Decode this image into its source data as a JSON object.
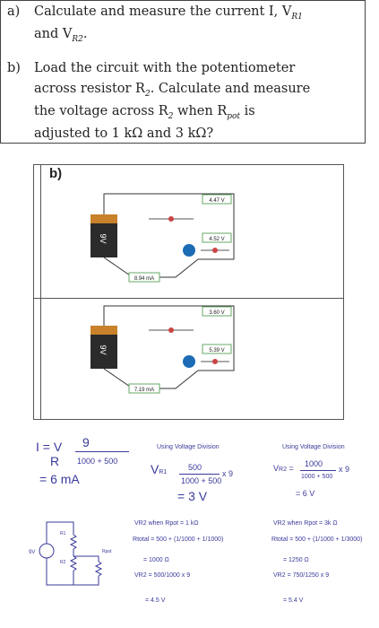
{
  "question": {
    "a": {
      "label": "a)",
      "line1": "Calculate and measure the current I, V",
      "line1_sub": "R1",
      "line2": "and V",
      "line2_sub": "R2",
      "line2_end": "."
    },
    "b": {
      "label": "b)",
      "line1": "Load the circuit with the potentiometer",
      "line2a": "across resistor R",
      "line2_sub": "2",
      "line2b": ". Calculate and measure",
      "line3a": "the voltage across R",
      "line3_sub": "2",
      "line3b": " when R",
      "line3_sub2": "pot",
      "line3c": " is",
      "line4": "adjusted to 1 kΩ and 3 kΩ?"
    }
  },
  "table": {
    "label": "b)",
    "panel1": {
      "battery": "9V",
      "v_top": "4.47 V",
      "v_bottom": "4.52 V",
      "current": "8.94 mA"
    },
    "panel2": {
      "battery": "9V",
      "v_top": "3.60 V",
      "v_bottom": "5.39 V",
      "current": "7.19 mA"
    }
  },
  "notes": {
    "col1": {
      "eq1": "I = V",
      "frac_num": "9",
      "r_lbl": "R",
      "frac_den": "1000 + 500",
      "result": "= 6 mA"
    },
    "col2": {
      "head": "Using Voltage Division",
      "vr1": "V",
      "vr1_sub": "R1",
      "num": "500",
      "den": "1000 + 500",
      "mult": "x 9",
      "result": "= 3 V",
      "vr2_when": "V",
      "vr2_when_sub": "R2",
      "when_text": "when R",
      "when_sub": "pot",
      "when_val": "= 1 kΩ",
      "rtotal": "R",
      "rtotal_sub": "total",
      "rtotal_val": "= 500 + (1/1000 + 1/1000)",
      "rtotal_res": "= 1000 Ω",
      "vr2": "V",
      "vr2_sub": "R2",
      "vr2_num": "500",
      "vr2_den": "1000",
      "vr2_mult": "x 9",
      "vr2_res": "= 4.5 V"
    },
    "col3": {
      "head": "Using Voltage Division",
      "vr2": "V",
      "vr2_sub": "R2",
      "num": "1000",
      "den": "1000 + 500",
      "mult": "x 9",
      "result": "= 6 V",
      "vr2_when": "V",
      "vr2_when_sub": "R2",
      "when_text": "when R",
      "when_sub": "pot",
      "when_val": "= 3k Ω",
      "rtotal": "R",
      "rtotal_sub": "total",
      "rtotal_val": "= 500 + (1/1000 + 1/3000)",
      "rtotal_res": "= 1250 Ω",
      "vr2b": "V",
      "vr2b_sub": "R2",
      "vr2b_num": "750",
      "vr2b_den": "1250",
      "vr2b_mult": "x 9",
      "vr2b_res": "= 5.4 V"
    },
    "circuit": {
      "src": "9V",
      "r1": "R1",
      "r2": "R2",
      "rpot": "Rpot"
    }
  }
}
